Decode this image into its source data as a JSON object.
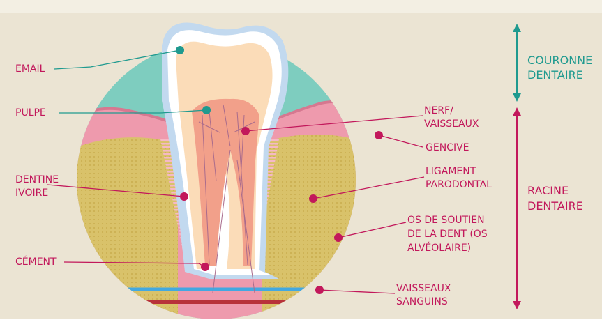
{
  "labels": {
    "email": "EMAIL",
    "pulpe": "PULPE",
    "dentine_line1": "DENTINE",
    "dentine_line2": "IVOIRE",
    "cement": "CÉMENT",
    "nerf_line1": "NERF/",
    "nerf_line2": "VAISSEAUX",
    "gencive": "GENCIVE",
    "ligament_line1": "LIGAMENT",
    "ligament_line2": "PARODONTAL",
    "os_line1": "OS DE SOUTIEN",
    "os_line2": "DE LA DENT (OS",
    "os_line3": "ALVÉOLAIRE)",
    "vaisseaux_line1": "VAISSEAUX",
    "vaisseaux_line2": "SANGUINS"
  },
  "sections": {
    "couronne_line1": "COURONNE",
    "couronne_line2": "DENTAIRE",
    "racine_line1": "RACINE",
    "racine_line2": "DENTAIRE"
  },
  "colors": {
    "background": "#ebe4d3",
    "top_band": "#f3efe3",
    "sky": "#7ecdbf",
    "gum": "#ee9aad",
    "bone": "#d9c26a",
    "enamel": "#c2d9ef",
    "dentin": "#fbdcb8",
    "pulp": "#f2a08a",
    "teal": "#1f9a8f",
    "magenta": "#d0246c",
    "label_text": "#c2185b",
    "blood_blue": "#43a8e0",
    "blood_red": "#b8323a"
  }
}
